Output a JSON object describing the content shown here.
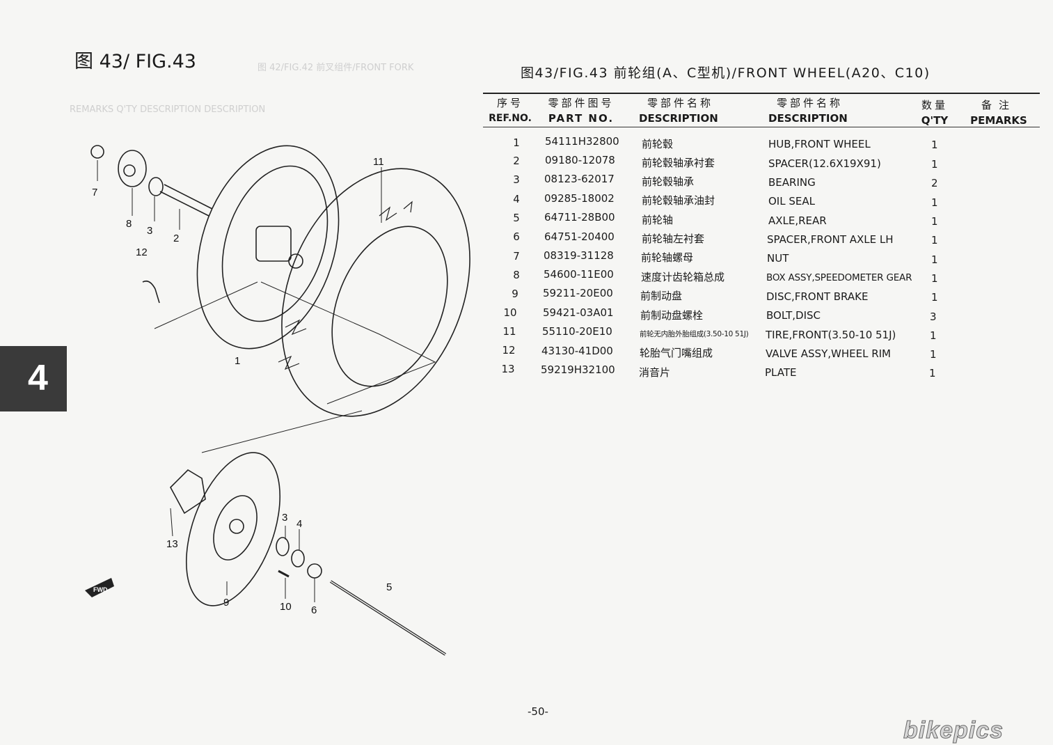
{
  "figure_label": "图 43/ FIG.43",
  "table_title": "图43/FIG.43    前轮组(A、C型机)/FRONT WHEEL(A20、C10)",
  "headers": {
    "ref_cn": "序号",
    "ref_en": "REF.NO.",
    "part_cn": "零部件图号",
    "part_en": "PART NO.",
    "desc_cn_cn": "零部件名称",
    "desc_cn_en": "DESCRIPTION",
    "desc_en_cn": "零部件名称",
    "desc_en_en": "DESCRIPTION",
    "qty_cn": "数量",
    "qty_en": "Q'TY",
    "rem_cn": "备注",
    "rem_en": "PEMARKS"
  },
  "parts": [
    {
      "ref": "1",
      "part_no": "54111H32800",
      "name_cn": "前轮毂",
      "name_en": "HUB,FRONT WHEEL",
      "qty": "1"
    },
    {
      "ref": "2",
      "part_no": "09180-12078",
      "name_cn": "前轮毂轴承衬套",
      "name_en": "SPACER(12.6X19X91)",
      "qty": "1"
    },
    {
      "ref": "3",
      "part_no": "08123-62017",
      "name_cn": "前轮毂轴承",
      "name_en": "BEARING",
      "qty": "2"
    },
    {
      "ref": "4",
      "part_no": "09285-18002",
      "name_cn": "前轮毂轴承油封",
      "name_en": "OIL SEAL",
      "qty": "1"
    },
    {
      "ref": "5",
      "part_no": "64711-28B00",
      "name_cn": "前轮轴",
      "name_en": "AXLE,REAR",
      "qty": "1"
    },
    {
      "ref": "6",
      "part_no": "64751-20400",
      "name_cn": "前轮轴左衬套",
      "name_en": "SPACER,FRONT AXLE LH",
      "qty": "1"
    },
    {
      "ref": "7",
      "part_no": "08319-31128",
      "name_cn": "前轮轴螺母",
      "name_en": "NUT",
      "qty": "1"
    },
    {
      "ref": "8",
      "part_no": "54600-11E00",
      "name_cn": "速度计齿轮箱总成",
      "name_en": "BOX ASSY,SPEEDOMETER GEAR",
      "qty": "1"
    },
    {
      "ref": "9",
      "part_no": "59211-20E00",
      "name_cn": "前制动盘",
      "name_en": "DISC,FRONT BRAKE",
      "qty": "1"
    },
    {
      "ref": "10",
      "part_no": "59421-03A01",
      "name_cn": "前制动盘螺栓",
      "name_en": "BOLT,DISC",
      "qty": "3"
    },
    {
      "ref": "11",
      "part_no": "55110-20E10",
      "name_cn": "前轮无内胎外胎组成(3.50-10 51J)",
      "name_en": "TIRE,FRONT(3.50-10 51J)",
      "qty": "1"
    },
    {
      "ref": "12",
      "part_no": "43130-41D00",
      "name_cn": "轮胎气门嘴组成",
      "name_en": "VALVE ASSY,WHEEL RIM",
      "qty": "1"
    },
    {
      "ref": "13",
      "part_no": "59219H32100",
      "name_cn": "消音片",
      "name_en": "PLATE",
      "qty": "1"
    }
  ],
  "section_tab": "4",
  "page_number": "-50-",
  "watermark": "bikepics",
  "diagram": {
    "callouts": [
      "7",
      "8",
      "3",
      "2",
      "11",
      "12",
      "1",
      "3",
      "4",
      "13",
      "9",
      "10",
      "6",
      "5"
    ],
    "fwd_label": "FWD"
  }
}
